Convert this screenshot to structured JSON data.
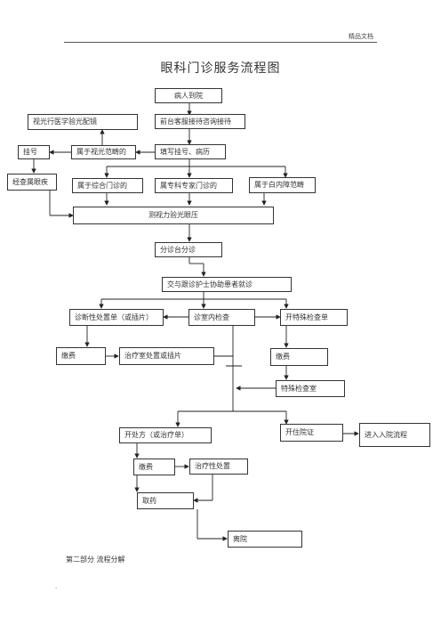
{
  "header": {
    "label": "精品文档"
  },
  "title": "眼科门诊服务流程图",
  "nodes": {
    "arrive": "病人到院",
    "optometry": "视光行医学验光配镜",
    "front_desk": "前台客服接待咨询接待",
    "register": "挂号",
    "belongs_optometry": "属于视光范畴的",
    "fill_register": "填写挂号、病历",
    "check_eye": "经查属眼疾",
    "general": "属于综合门诊的",
    "specialist": "属专科专家门诊的",
    "cataract": "属于白内障范畴",
    "vision_test": "测视力验光眼压",
    "triage": "分诊台分诊",
    "nurse_assist": "交与跟诊护士协助患者就诊",
    "diag_sheet": "诊断性处置单（或插片）",
    "clinic_exam": "诊室内检查",
    "special_sheet": "开特殊检查单",
    "pay1": "缴费",
    "treatment_room": "治疗室处置或插片",
    "pay2": "缴费",
    "special_room": "特殊检查室",
    "prescription": "开处方（或治疗单）",
    "admission": "开住院证",
    "inpatient": "进入入院流程",
    "pay3": "缴费",
    "therapy": "治疗性处置",
    "get_medicine": "取药",
    "leave": "离院"
  },
  "footer": {
    "section": "第二部分   流程分解",
    "mark": "."
  }
}
